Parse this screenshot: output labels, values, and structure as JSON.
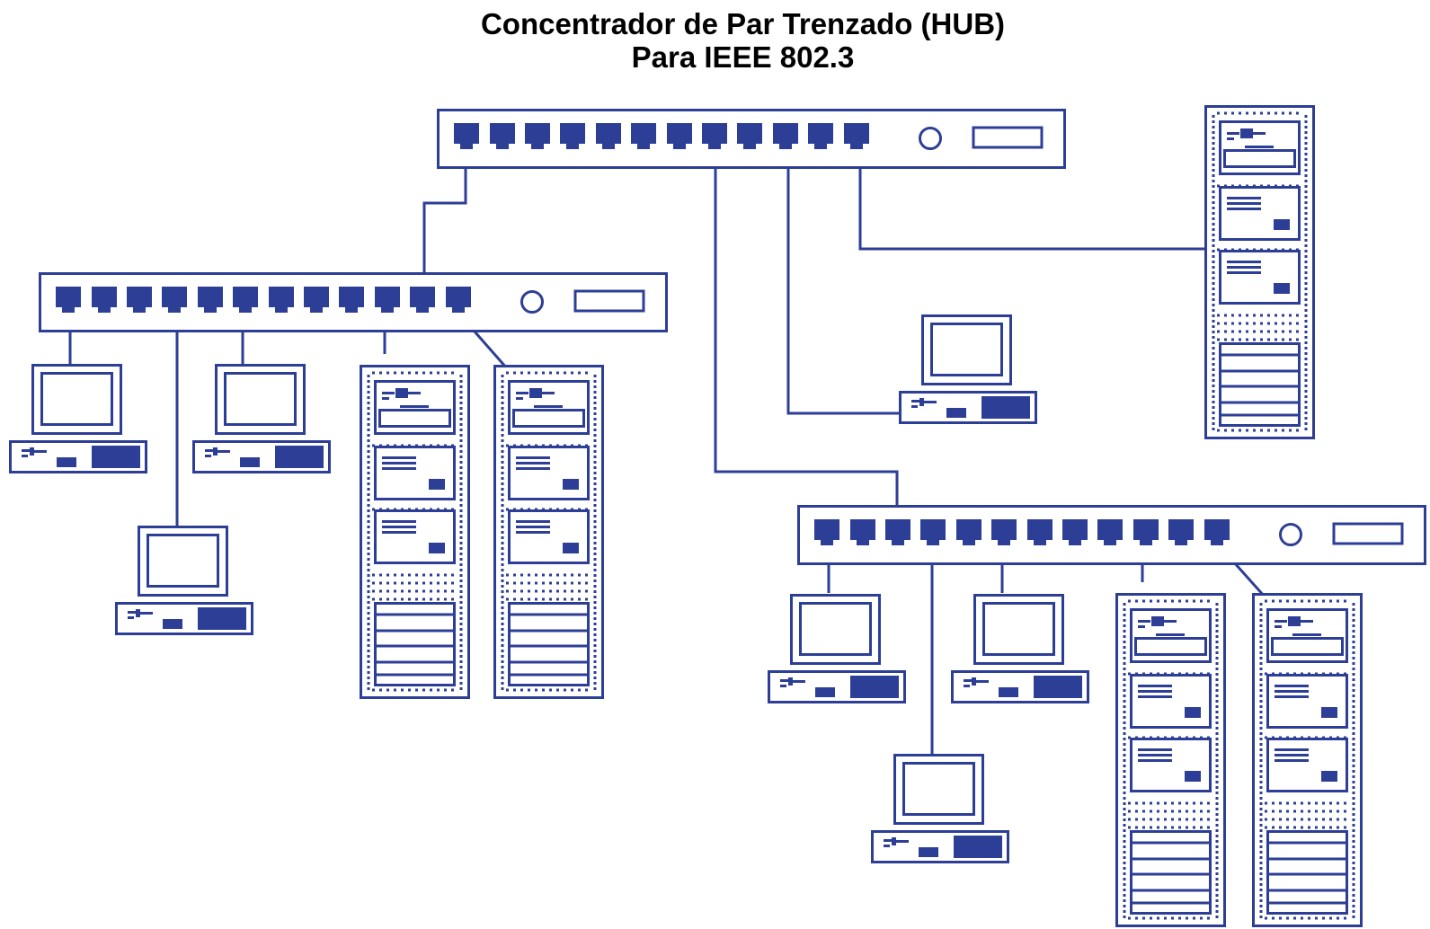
{
  "title": {
    "line1": "Concentrador de Par Trenzado (HUB)",
    "line2": "Para IEEE 802.3"
  },
  "colors": {
    "stroke": "#2d3e96",
    "background": "#ffffff",
    "title_text": "#000000"
  },
  "hubs": [
    {
      "id": "main-hub",
      "ports": 12
    },
    {
      "id": "left-hub",
      "ports": 12
    },
    {
      "id": "right-hub",
      "ports": 12
    }
  ],
  "devices": {
    "workstations": 7,
    "server_racks": 5
  }
}
